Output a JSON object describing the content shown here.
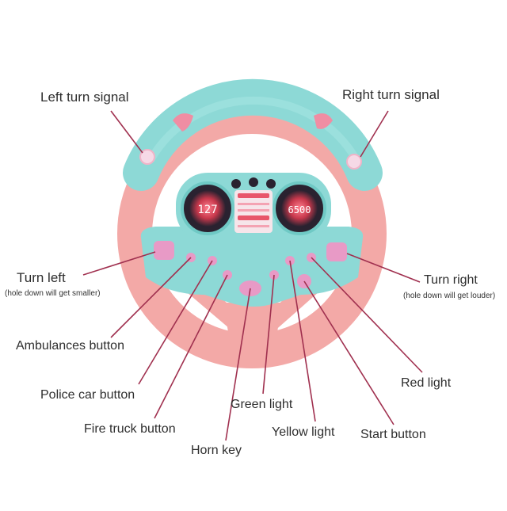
{
  "labels": {
    "left_turn_signal": "Left turn signal",
    "right_turn_signal": "Right turn signal",
    "turn_left": "Turn left",
    "turn_left_note": "(hole down will get smaller)",
    "turn_right": "Turn right",
    "turn_right_note": "(hole down will get louder)",
    "ambulances_button": "Ambulances button",
    "police_car_button": "Police car button",
    "fire_truck_button": "Fire truck button",
    "horn_key": "Horn key",
    "green_light": "Green light",
    "yellow_light": "Yellow light",
    "start_button": "Start button",
    "red_light": "Red light"
  },
  "dash": {
    "left_gauge": "127",
    "right_gauge": "6500"
  },
  "colors": {
    "wheel_pink": "#f3a9a7",
    "wheel_teal": "#8dd9d6",
    "button_pink": "#e89ac6",
    "leader_line": "#a0304f",
    "gauge_dark": "#2a2230",
    "gauge_red": "#e8556a"
  }
}
